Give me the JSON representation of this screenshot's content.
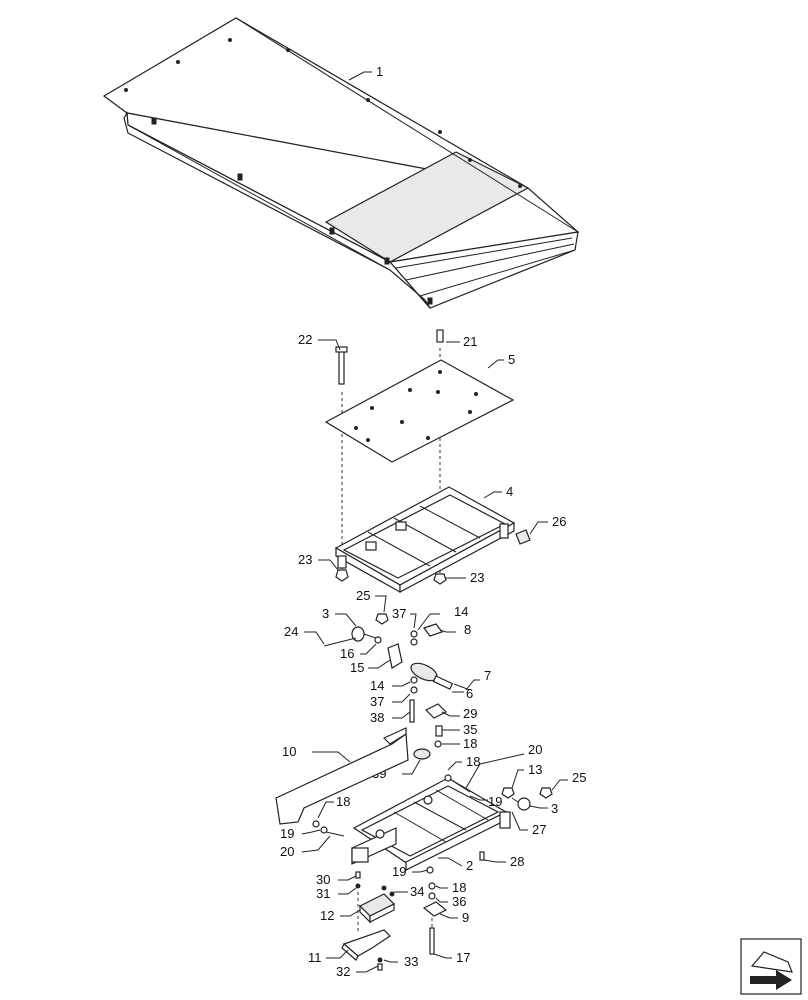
{
  "callouts": {
    "c1": "1",
    "c2": "2",
    "c3a": "3",
    "c3b": "3",
    "c4": "4",
    "c5": "5",
    "c6": "6",
    "c7": "7",
    "c8": "8",
    "c9": "9",
    "c10": "10",
    "c11": "11",
    "c12": "12",
    "c13": "13",
    "c14a": "14",
    "c14b": "14",
    "c15": "15",
    "c16": "16",
    "c17": "17",
    "c18a": "18",
    "c18b": "18",
    "c18c": "18",
    "c18d": "18",
    "c19a": "19",
    "c19b": "19",
    "c19c": "19",
    "c20a": "20",
    "c20b": "20",
    "c21": "21",
    "c22": "22",
    "c23a": "23",
    "c23b": "23",
    "c24": "24",
    "c25a": "25",
    "c25b": "25",
    "c26": "26",
    "c27": "27",
    "c28": "28",
    "c29": "29",
    "c30": "30",
    "c31": "31",
    "c32": "32",
    "c33": "33",
    "c34": "34",
    "c35": "35",
    "c36": "36",
    "c37a": "37",
    "c37b": "37",
    "c38": "38",
    "c39": "39"
  },
  "icons": {
    "corner": "page-turn-arrow-icon"
  }
}
